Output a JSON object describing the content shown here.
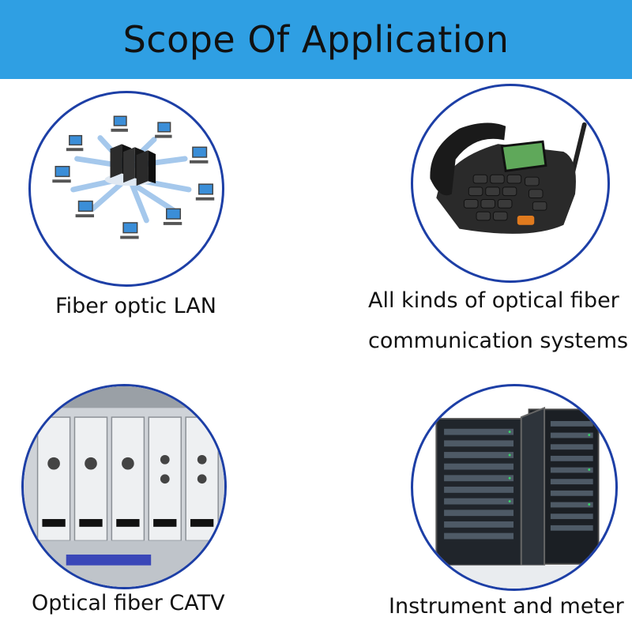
{
  "header": {
    "title": "Scope Of Application"
  },
  "colors": {
    "banner": "#2f9fe3",
    "circle_border": "#1d3fa6"
  },
  "items": [
    {
      "label": "Fiber optic LAN",
      "icon": "network-illustration"
    },
    {
      "label_line1": "All kinds of optical fiber",
      "label_line2": "communication systems",
      "icon": "telephone-illustration"
    },
    {
      "label": "Optical fiber CATV",
      "icon": "catv-rack-illustration"
    },
    {
      "label": "Instrument and meter",
      "icon": "server-cabinet-illustration"
    }
  ]
}
